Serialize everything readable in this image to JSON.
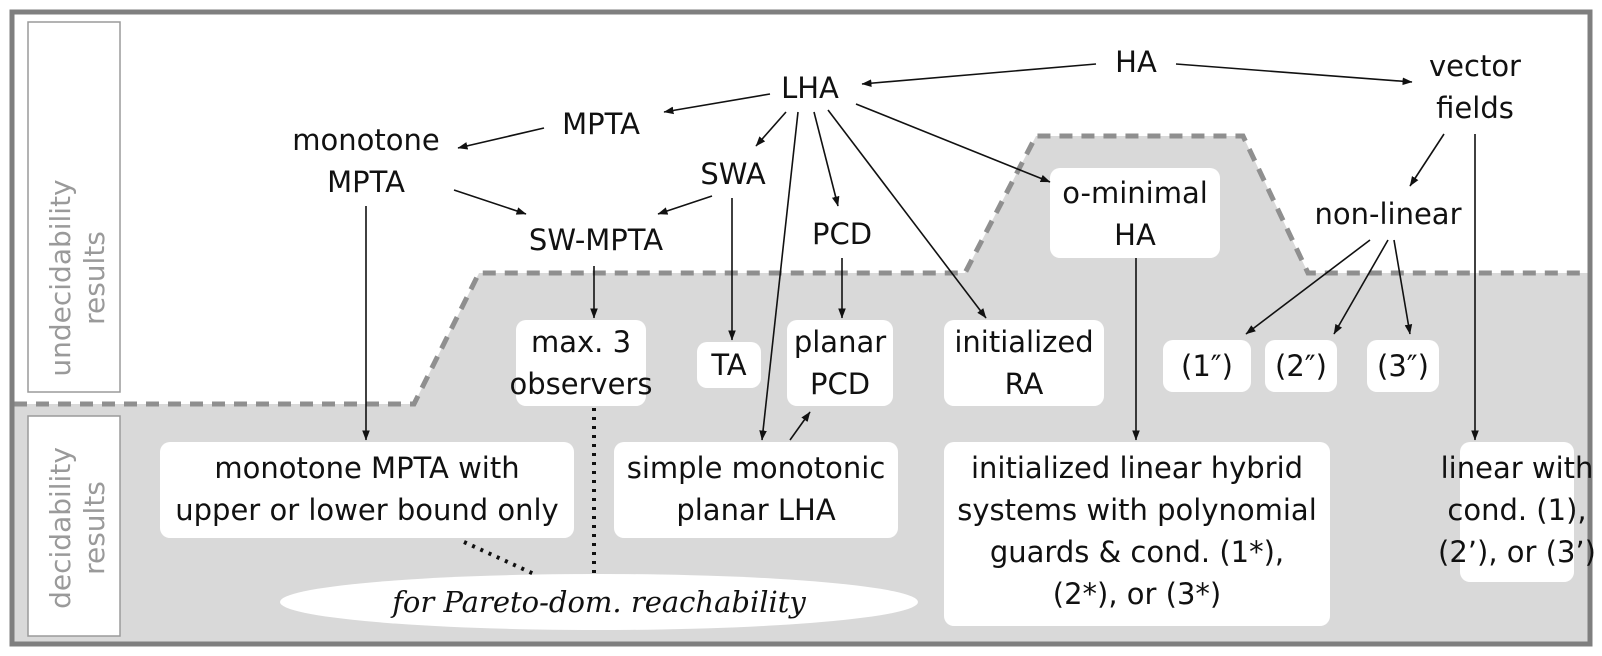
{
  "side_labels": {
    "undecidability": [
      "undecidability",
      "results"
    ],
    "decidability": [
      "decidability",
      "results"
    ]
  },
  "nodes": {
    "ha": "HA",
    "lha": "LHA",
    "vector_fields": [
      "vector",
      "fields"
    ],
    "mpta": "MPTA",
    "monotone_mpta": [
      "monotone",
      "MPTA"
    ],
    "swa": "SWA",
    "sw_mpta": "SW-MPTA",
    "pcd": "PCD",
    "o_minimal_ha": [
      "o-minimal",
      "HA"
    ],
    "non_linear": "non-linear",
    "max3_observers": [
      "max. 3",
      "observers"
    ],
    "ta": "TA",
    "planar_pcd": [
      "planar",
      "PCD"
    ],
    "initialized_ra": [
      "initialized",
      "RA"
    ],
    "cond_1pp": "(1″)",
    "cond_2pp": "(2″)",
    "cond_3pp": "(3″)",
    "monotone_mpta_bound": [
      "monotone MPTA with",
      "upper or lower bound only"
    ],
    "simple_monotonic": [
      "simple monotonic",
      "planar LHA"
    ],
    "initialized_linear": [
      "initialized linear hybrid",
      "systems with polynomial",
      "guards & cond. (1*),",
      "(2*), or (3*)"
    ],
    "linear_with": [
      "linear with",
      "cond. (1),",
      "(2’), or (3’)"
    ],
    "pareto": "for Pareto-dom. reachability"
  },
  "colors": {
    "background": "#ffffff",
    "decidable_region": "#d9d9d9",
    "border": "#7f7f7f",
    "side_text": "#9a9a9a",
    "text": "#111111"
  }
}
